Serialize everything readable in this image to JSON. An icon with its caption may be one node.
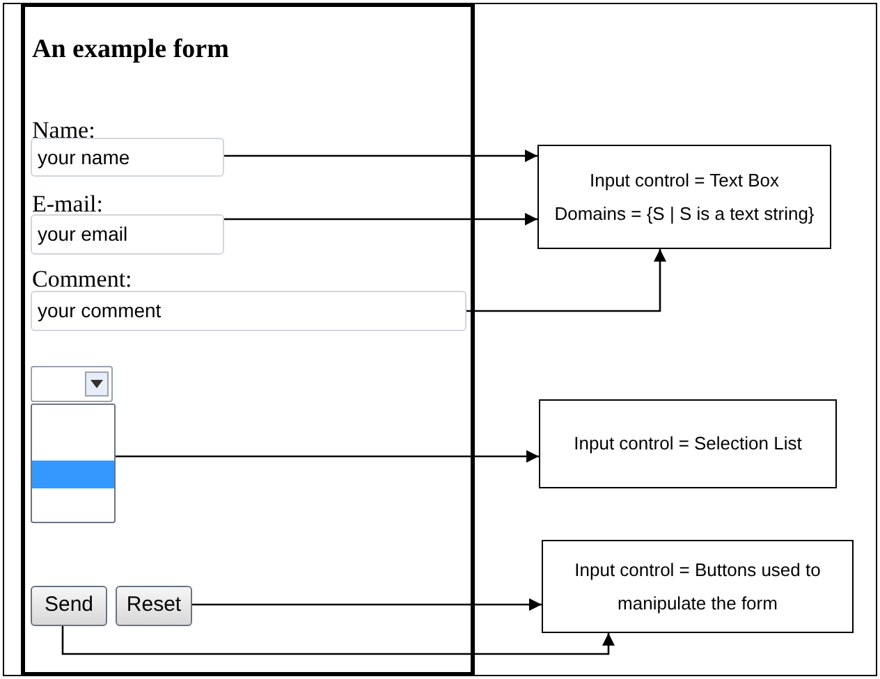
{
  "diagram": {
    "nodes": [
      {
        "text": [
          "An example form",
          "Name:",
          "E-mail:",
          "Comment:"
        ]
      },
      {
        "text": [
          "your name"
        ],
        "in": 0
      },
      {
        "text": [
          "your email"
        ],
        "in": 0
      },
      {
        "text": [
          "your comment"
        ],
        "in": 0
      },
      {
        "text": [],
        "shape": "box",
        "in": 0
      },
      {
        "text": [],
        "shape": "box",
        "in": 0
      },
      {
        "text": [
          "Send"
        ],
        "in": 0
      },
      {
        "text": [
          "Reset"
        ],
        "in": 0
      },
      {
        "text": [
          "Input control = Text Box",
          "Domains = {S | S is a text string}"
        ]
      },
      {
        "text": [
          "Input control = Selection List"
        ]
      },
      {
        "text": [
          "Input control = Buttons used to manipulate the form"
        ]
      }
    ],
    "edges": [
      {
        "from": 1,
        "to": 8,
        "arrow": "to"
      },
      {
        "from": 2,
        "to": 8,
        "arrow": "to"
      },
      {
        "from": 3,
        "to": 8,
        "arrow": "to"
      },
      {
        "from": 5,
        "to": 9,
        "arrow": "to"
      },
      {
        "from": 7,
        "to": 10,
        "arrow": "to"
      },
      {
        "from": 6,
        "to": 10,
        "arrow": "to"
      }
    ]
  }
}
